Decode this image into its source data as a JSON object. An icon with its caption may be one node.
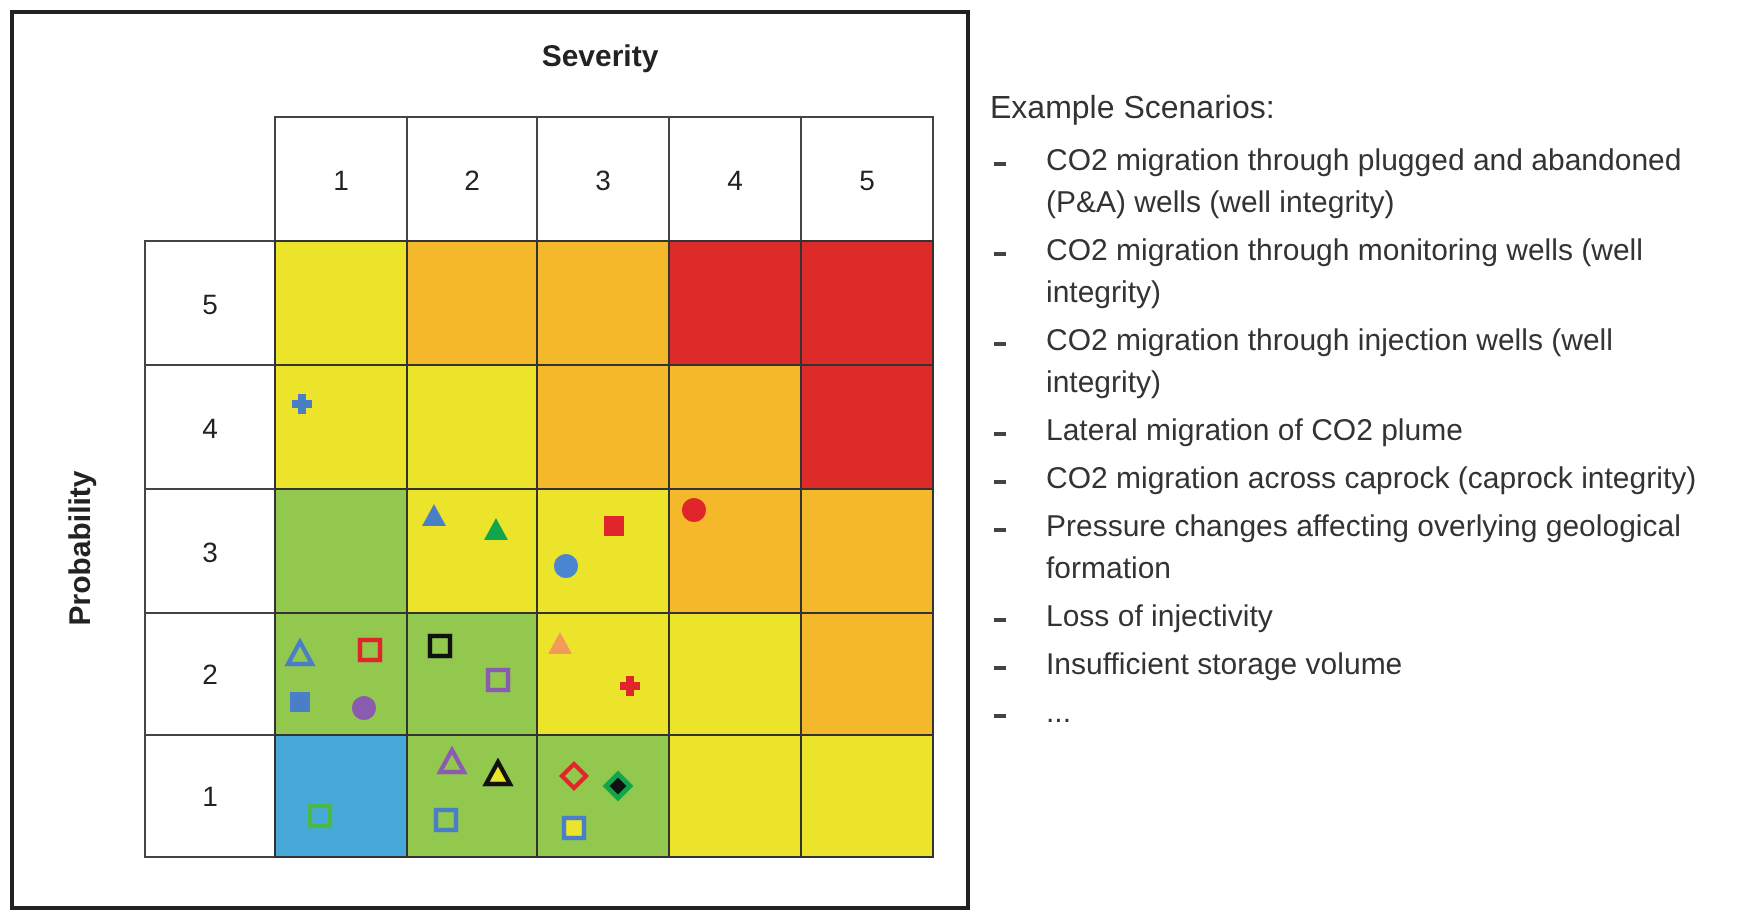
{
  "diagram": {
    "labels": [
      "Severity",
      "1",
      "2",
      "3",
      "4",
      "5",
      "Probability",
      "5",
      "4",
      "3",
      "2",
      "1",
      "Example Scenarios:",
      "CO2 migration through plugged and abandoned (P&A) wells (well integrity)",
      "CO2 migration through monitoring wells (well integrity)",
      "CO2 migration through injection wells (well integrity)",
      "Lateral migration of CO2 plume",
      "CO2 migration across caprock (caprock integrity)",
      "Pressure changes affecting overlying geological formation",
      "Loss of injectivity",
      "Insufficient storage volume",
      "..."
    ]
  }
}
